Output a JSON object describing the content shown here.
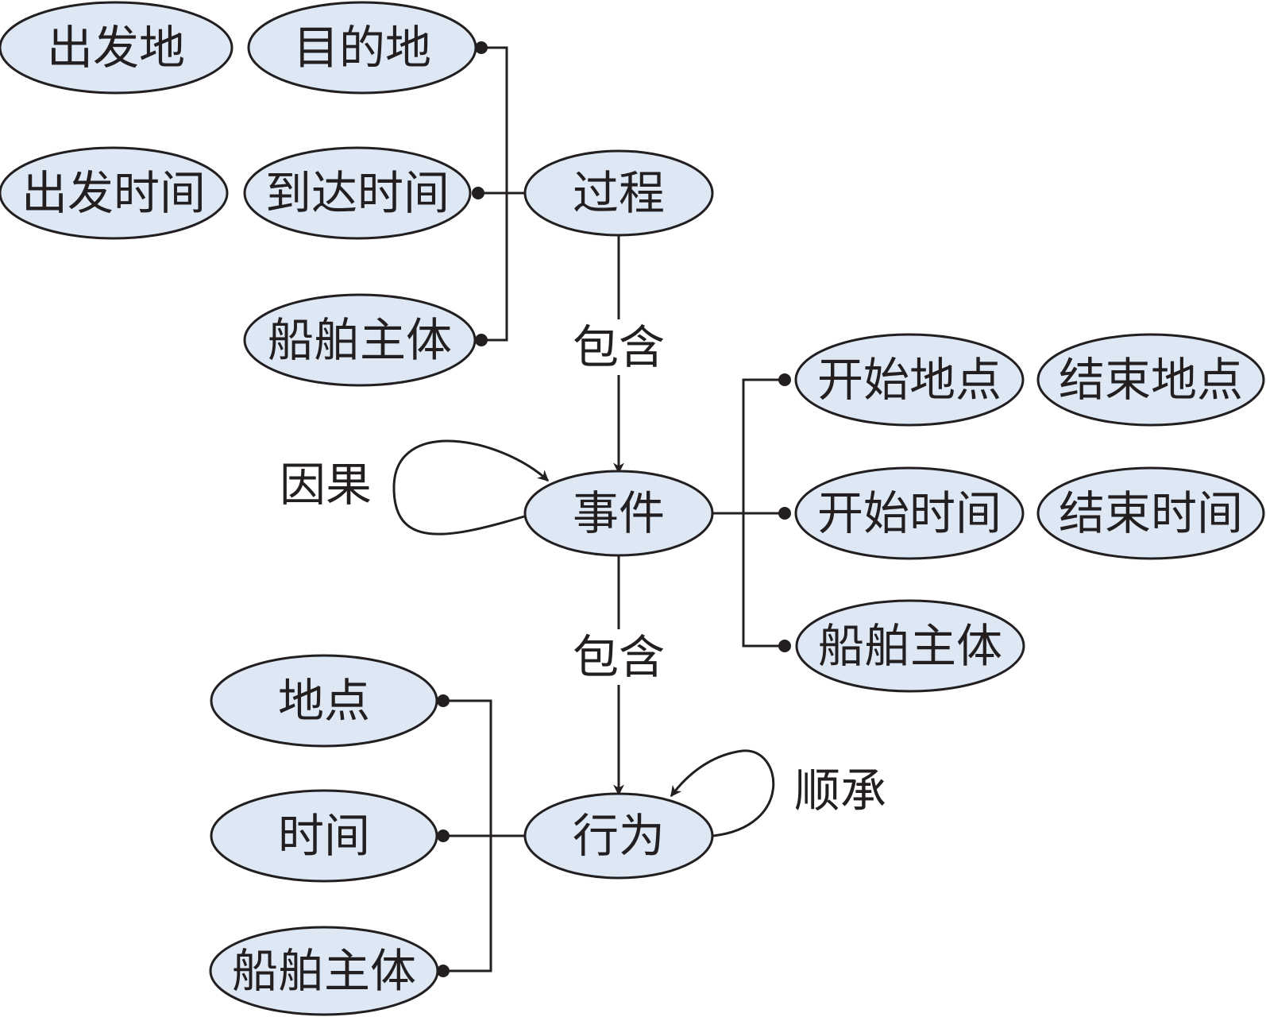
{
  "nodes": {
    "departure_place": "出发地",
    "destination": "目的地",
    "departure_time": "出发时间",
    "arrival_time": "到达时间",
    "process": "过程",
    "process_ship_subject": "船舶主体",
    "start_place": "开始地点",
    "end_place": "结束地点",
    "event": "事件",
    "start_time": "开始时间",
    "end_time": "结束时间",
    "event_ship_subject": "船舶主体",
    "place": "地点",
    "time": "时间",
    "action": "行为",
    "action_ship_subject": "船舶主体"
  },
  "edge_labels": {
    "contains_1": "包含",
    "contains_2": "包含",
    "causal": "因果",
    "sequential": "顺承"
  },
  "colors": {
    "node_fill": "#dde8f4",
    "stroke": "#231f20"
  }
}
